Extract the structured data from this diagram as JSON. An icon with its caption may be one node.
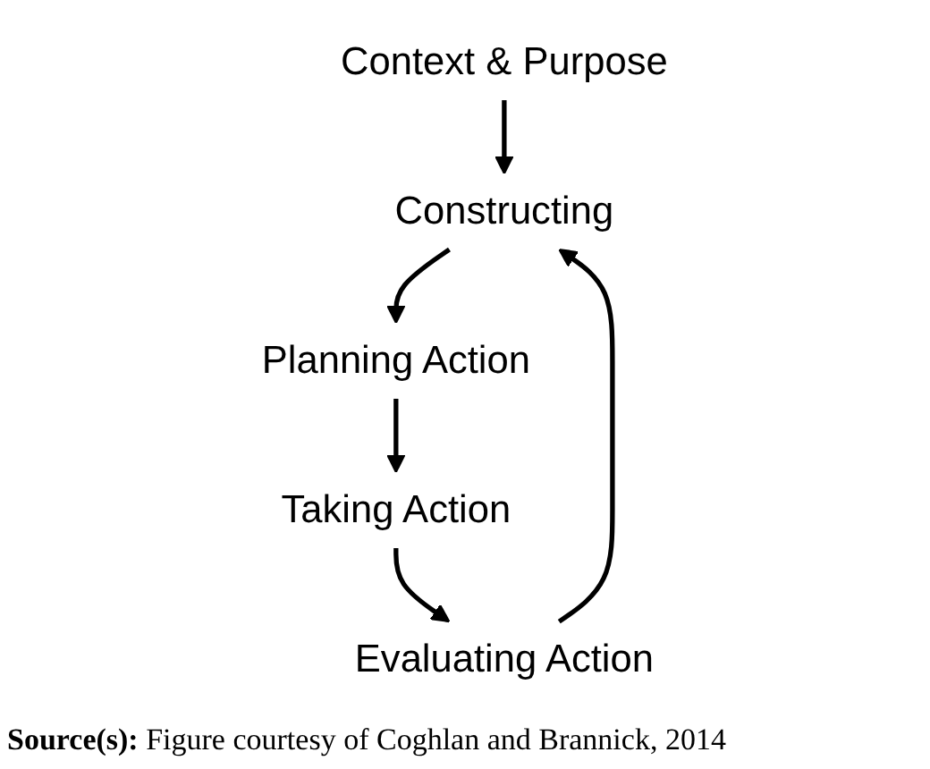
{
  "diagram": {
    "nodes": [
      {
        "text": [
          "Context & Purpose"
        ]
      },
      {
        "text": [
          "Constructing"
        ]
      },
      {
        "text": [
          "Planning Action"
        ]
      },
      {
        "text": [
          "Taking Action"
        ]
      },
      {
        "text": [
          "Evaluating Action"
        ]
      }
    ],
    "edges": [
      {
        "from": 0,
        "to": 1,
        "arrow": "to"
      },
      {
        "from": 1,
        "to": 2,
        "arrow": "to"
      },
      {
        "from": 2,
        "to": 3,
        "arrow": "to"
      },
      {
        "from": 3,
        "to": 4,
        "arrow": "to"
      },
      {
        "from": 4,
        "to": 1,
        "arrow": "to"
      }
    ],
    "caption": "**Source(s):** Figure courtesy of Coghlan and Brannick, 2014"
  }
}
